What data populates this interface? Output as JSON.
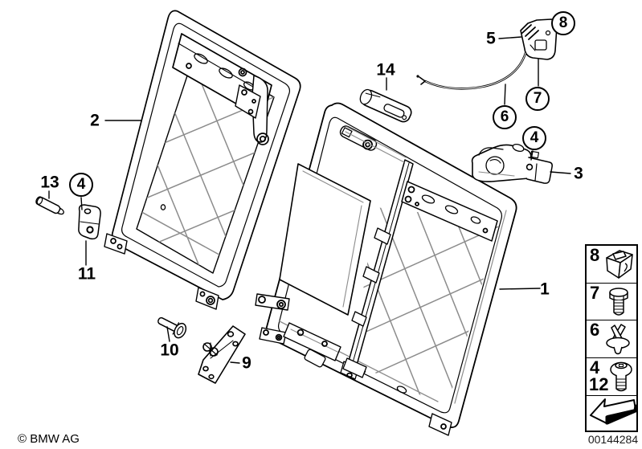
{
  "footer": {
    "copyright": "© BMW AG",
    "part_number": "00144284"
  },
  "callouts": {
    "1": {
      "label": "1"
    },
    "2": {
      "label": "2"
    },
    "3": {
      "label": "3"
    },
    "5": {
      "label": "5"
    },
    "9": {
      "label": "9"
    },
    "10": {
      "label": "10"
    },
    "11": {
      "label": "11"
    },
    "13": {
      "label": "13"
    },
    "14": {
      "label": "14"
    },
    "c4_left": {
      "label": "4"
    },
    "c4_right": {
      "label": "4"
    },
    "c6": {
      "label": "6"
    },
    "c7": {
      "label": "7"
    },
    "c8": {
      "label": "8"
    }
  },
  "legend": {
    "rows": [
      {
        "labels": [
          "8"
        ],
        "icon": "cage-nut-icon"
      },
      {
        "labels": [
          "7"
        ],
        "icon": "hex-bolt-icon"
      },
      {
        "labels": [
          "6"
        ],
        "icon": "expanding-rivet-icon"
      },
      {
        "labels": [
          "4",
          "12"
        ],
        "icon": "round-head-screw-icon"
      }
    ],
    "direction_arrow": "points-lower-left"
  },
  "colors": {
    "line": "#000000",
    "light_line": "#8c8c8c",
    "background": "#ffffff"
  }
}
